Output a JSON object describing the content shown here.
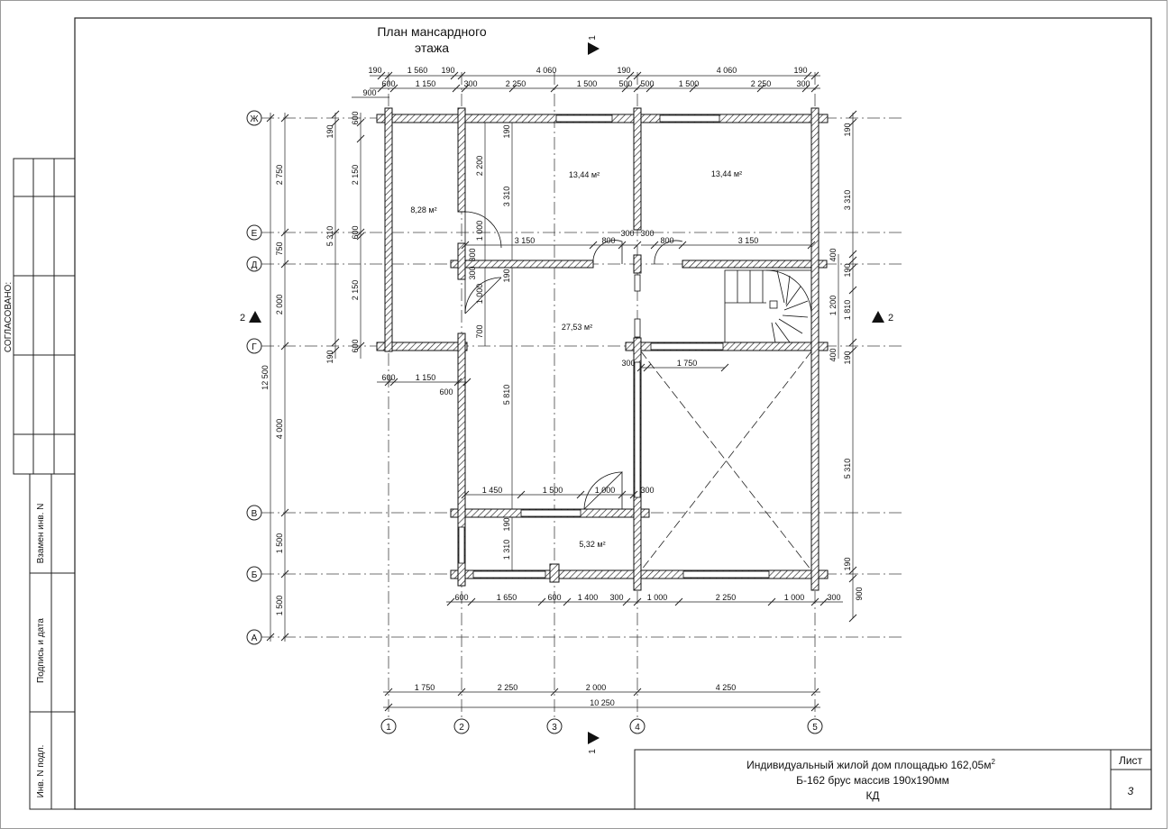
{
  "drawing": {
    "title_line1": "План мансардного",
    "title_line2": "этажа",
    "section_1_label": "1",
    "section_2_label": "2"
  },
  "stamp": {
    "title_line1": "Индивидуальный жилой дом площадью 162,05м",
    "title_sup": "2",
    "title_line2": "Б-162 брус массив 190х190мм",
    "title_line3": "КД",
    "sheet_label": "Лист",
    "sheet_number": "3"
  },
  "side_stamp": {
    "agreed": "СОГЛАСОВАНО:",
    "replaced_inv": "Взамен инв. N",
    "sign_date": "Подпись и дата",
    "inv_orig": "Инв. N подл."
  },
  "axes": {
    "rows": [
      "Ж",
      "Е",
      "Д",
      "Г",
      "В",
      "Б",
      "А"
    ],
    "cols": [
      "1",
      "2",
      "3",
      "4",
      "5"
    ]
  },
  "rooms": [
    {
      "area": "8,28 м²"
    },
    {
      "area": "13,44 м²"
    },
    {
      "area": "13,44 м²"
    },
    {
      "area": "27,53 м²"
    },
    {
      "area": "5,32 м²"
    }
  ],
  "dimensions": {
    "top_row1": [
      "190",
      "1 560",
      "190",
      "4 060",
      "190",
      "4 060",
      "190"
    ],
    "top_row2": [
      "600",
      "1 150",
      "300",
      "2 250",
      "1 500",
      "500",
      "500",
      "1 500",
      "2 250",
      "300"
    ],
    "top_900": "900",
    "bottom_row1": [
      "1 750",
      "2 250",
      "2 000",
      "4 250"
    ],
    "bottom_total": "10 250",
    "bottom_row_b": [
      "600",
      "1 650",
      "600",
      "1 400",
      "300",
      "1 000",
      "2 250",
      "1 000",
      "300"
    ],
    "left_outer": [
      "2 750",
      "750",
      "2 000",
      "4 000",
      "1 500",
      "1 500"
    ],
    "left_total": "12 500",
    "left_mid": [
      "5 310"
    ],
    "left_inner": [
      "190",
      "2 150",
      "2 150",
      "190"
    ],
    "left_small": [
      "600",
      "600",
      "600"
    ],
    "left_g_row": [
      "600",
      "1 150",
      "600"
    ],
    "right_outer": [
      "190",
      "3 310",
      "400",
      "190",
      "1 200",
      "1 810",
      "400",
      "190",
      "5 310",
      "190",
      "900"
    ],
    "inner": [
      "2 200",
      "3 310",
      "190",
      "1 000",
      "300",
      "300",
      "1 000",
      "700",
      "5 810",
      "190",
      "1 310",
      "190",
      "3 150",
      "800",
      "300",
      "300",
      "800",
      "3 150",
      "1 750",
      "300",
      "1 450",
      "1 500",
      "1 000",
      "300"
    ]
  }
}
